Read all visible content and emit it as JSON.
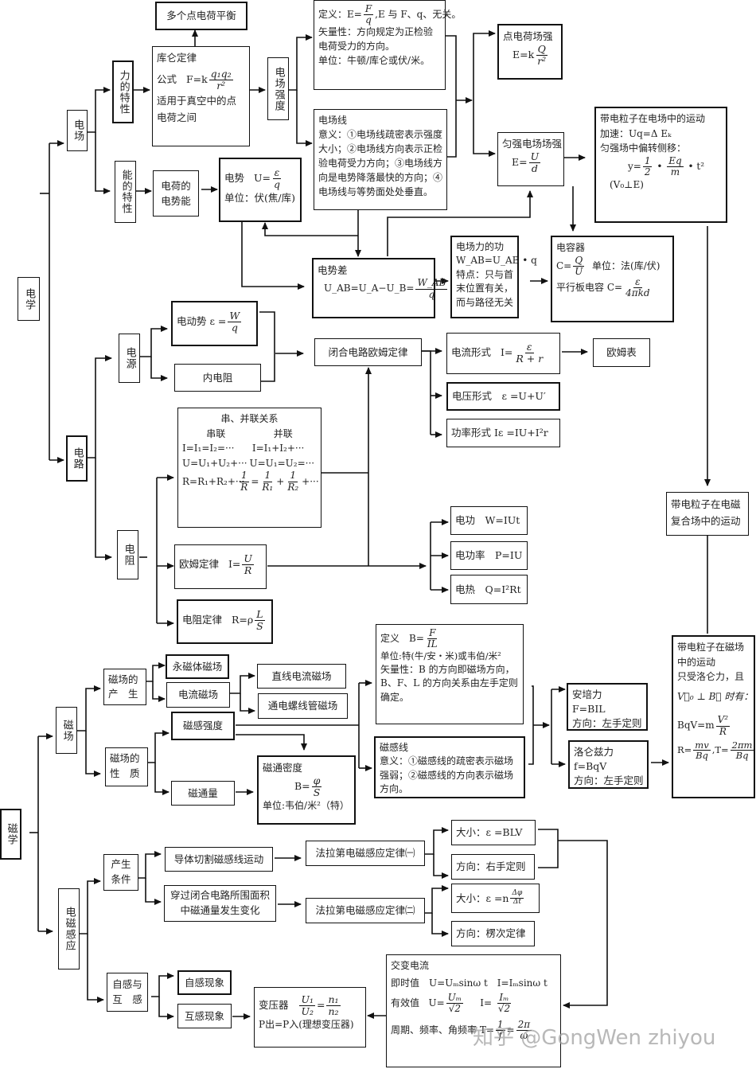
{
  "title": "电学与磁学知识结构图",
  "electricity": {
    "root": "电学",
    "field": "电场",
    "force_prop": "力的特性",
    "energy_prop": "能的特性",
    "multi_charge": "多个点电荷平衡",
    "coulomb": {
      "title": "库仑定律",
      "formula_label": "公式",
      "formula_prefix": "F=k",
      "num": "q₁q₂",
      "den": "r²",
      "scope1": "适用于真空中的点",
      "scope2": "电荷之间"
    },
    "field_strength": "电场强度",
    "definition": {
      "prefix": "定义：E=",
      "num": "F",
      "den": "q",
      "suffix": ",E 与 F、q、无关。",
      "vector": "矢量性：方向规定为正检验电荷受力的方向。",
      "unit": "单位：牛顿/库仑或伏/米。"
    },
    "field_lines": {
      "title": "电场线",
      "text": "意义：①电场线疏密表示强度大小；②电场线方向表示正检验电荷受力方向；③电场线方向是电势降落最快的方向；④电场线与等势面处处垂直。"
    },
    "point_field": {
      "title": "点电荷场强",
      "prefix": "E=k",
      "num": "Q",
      "den": "r²"
    },
    "uniform_field": {
      "title": "匀强电场场强",
      "prefix": "E=",
      "num": "U",
      "den": "d"
    },
    "particle_motion": {
      "title": "带电粒子在电场中的运动",
      "accel": "加速：Uq=Δ Eₖ",
      "deflect": "匀强场中偏转侧移：",
      "y_prefix": "y=",
      "half_num": "1",
      "half_den": "2",
      "eq_num": "Eq",
      "eq_den": "m",
      "t_suffix": "• t²",
      "dot": "•",
      "cond": "(V₀⊥E)"
    },
    "charge_energy": "电荷的电势能",
    "potential": {
      "label": "电势",
      "prefix": "U=",
      "num": "ε",
      "den": "q",
      "unit": "单位：伏(焦/库)"
    },
    "potential_diff": {
      "title": "电势差",
      "prefix": "U_AB=U_A−U_B=",
      "num": "W_AB",
      "den": "q"
    },
    "field_work": {
      "title": "电场力的功",
      "formula": "W_AB=U_AB • q",
      "feature": "特点：只与首末位置有关，而与路径无关"
    },
    "capacitor": {
      "title": "电容器",
      "prefix": "C=",
      "num": "Q",
      "den": "U",
      "unit": "单位：法(库/伏)",
      "parallel": "平行板电容 C=",
      "p_num": "ε",
      "p_den": "4πkd"
    },
    "em_compound": "带电粒子在电磁复合场中的运动"
  },
  "circuit": {
    "node": "电路",
    "source": "电源",
    "emf": {
      "label": "电动势 ε =",
      "num": "W",
      "den": "q"
    },
    "internal_r": "内电阻",
    "closed_ohm": "闭合电路欧姆定律",
    "current_form": {
      "label": "电流形式",
      "prefix": "I=",
      "num": "ε",
      "den": "R + r"
    },
    "voltage_form": "电压形式　ε =U+U′",
    "power_form": "功率形式 Iε =IU+I²r",
    "ohmmeter": "欧姆表",
    "series_parallel": {
      "title": "串、并联关系",
      "series": "串联",
      "parallel": "并联",
      "row1_s": "I=I₁=I₂=···",
      "row1_p": "I=I₁+I₂+···",
      "row2_s": "U=U₁+U₂+···",
      "row2_p": "U=U₁=U₂=···",
      "row3_s": "R=R₁+R₂+···",
      "row3_p_a": "1",
      "row3_p_b": "R",
      "row3_p_c": "R₁",
      "row3_p_d": "R₂",
      "row3_eq": "=",
      "row3_plus": "+",
      "row3_tail": "+···"
    },
    "resistance": "电阻",
    "ohm_law": {
      "label": "欧姆定律",
      "prefix": "I=",
      "num": "U",
      "den": "R"
    },
    "resist_law": {
      "label": "电阻定律",
      "prefix": "R=ρ",
      "num": "L",
      "den": "S"
    },
    "elec_work": "电功　W=IUt",
    "elec_power": "电功率　P=IU",
    "elec_heat": "电热　Q=I²Rt"
  },
  "magnetism": {
    "root": "磁学",
    "field": "磁场",
    "origin": "磁场的产　生",
    "permanent": "永磁体磁场",
    "current_field": "电流磁场",
    "straight": "直线电流磁场",
    "solenoid": "通电螺线管磁场",
    "property": "磁场的性　质",
    "b_strength": "磁感强度",
    "flux": "磁通量",
    "flux_density": {
      "title": "磁通密度",
      "prefix": "B=",
      "num": "φ",
      "den": "S",
      "unit": "单位:韦伯/米²（特）"
    },
    "b_def": {
      "prefix": "定义　B=",
      "num": "F",
      "den": "IL",
      "unit": "单位:特(牛/安・米)或韦伯/米²",
      "text": "矢量性：B 的方向即磁场方向，B、F、L 的方向关系由左手定则确定。"
    },
    "b_lines": {
      "title": "磁感线",
      "text": "意义：①磁感线的疏密表示磁场强弱；②磁感线的方向表示磁场方向。"
    },
    "ampere": {
      "title": "安培力",
      "formula": "F=BIL",
      "dir": "方向：左手定则"
    },
    "lorentz": {
      "title": "洛仑兹力",
      "formula": "f=BqV",
      "dir": "方向：左手定则"
    },
    "mag_motion": {
      "title": "带电粒子在磁场中的运动",
      "cond1": "只受洛仑力，且",
      "cond2": "V⃗₀ ⊥ B⃗ 时有：",
      "f1_prefix": "BqV=m",
      "f1_num": "V²",
      "f1_den": "R",
      "r_prefix": "R=",
      "r_num": "mv",
      "r_den": "Bq",
      "t_prefix": ",T=",
      "t_num": "2πm",
      "t_den": "Bq"
    }
  },
  "induction": {
    "node": "电磁感应",
    "conditions": "产生条件",
    "cut": "导体切割磁感线运动",
    "flux_change": "穿过闭合电路所围面积中磁通量发生变化",
    "faraday1": "法拉第电磁感应定律㈠",
    "faraday2": "法拉第电磁感应定律㈡",
    "mag1": "大小：ε =BLV",
    "dir1": "方向：右手定则",
    "mag2_prefix": "大小：ε =n",
    "mag2_num": "Δφ",
    "mag2_den": "Δt",
    "dir2": "方向：楞次定律",
    "self_mutual": "自感与互　感",
    "self": "自感现象",
    "mutual": "互感现象",
    "transformer": {
      "label": "变压器",
      "n1": "U₁",
      "d1": "U₂",
      "n2": "n₁",
      "d2": "n₂",
      "eq": "=",
      "power": "P出=P入(理想变压器)"
    },
    "ac": {
      "title": "交变电流",
      "instant": "即时值　U=Uₘsinω t　I=Iₘsinω t",
      "eff_label": "有效值",
      "u_prefix": "U=",
      "u_num": "Uₘ",
      "u_den": "√2",
      "i_prefix": "I=",
      "i_num": "Iₘ",
      "i_den": "√2",
      "period": "周期、频率、角频率 T=",
      "p_num1": "1",
      "p_den1": "f",
      "p_eq": "=",
      "p_num2": "2π",
      "p_den2": "ω"
    }
  },
  "watermark": "知乎 @GongWen zhiyou"
}
